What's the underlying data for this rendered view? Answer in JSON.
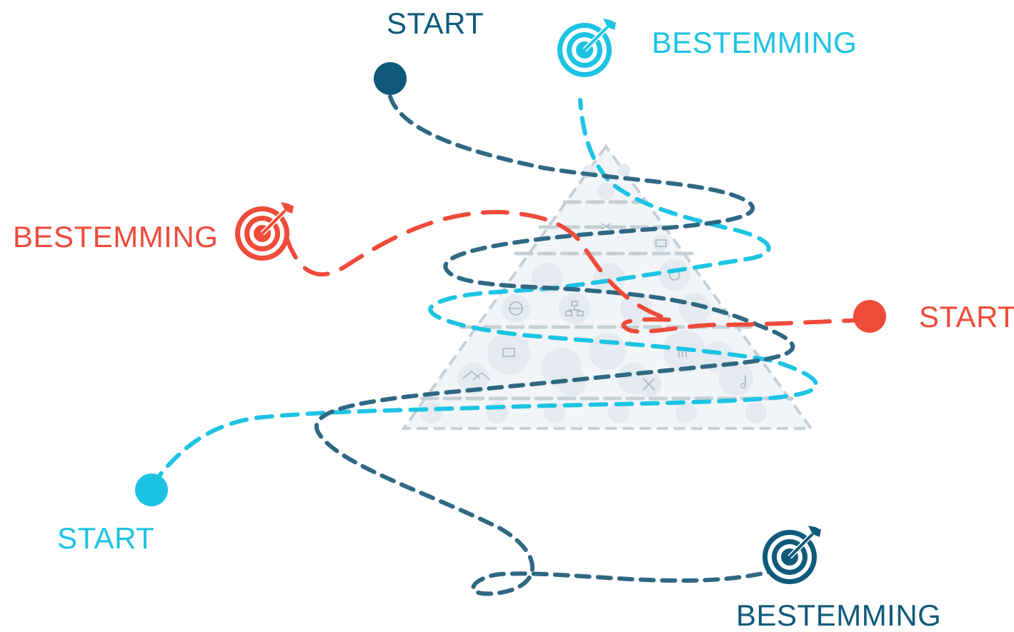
{
  "colors": {
    "navy": "#0f5a7a",
    "dark_path": "#2f6883",
    "cyan": "#1dc3e3",
    "red": "#ee4b3a",
    "pyramid_fill": "#f1f5f8",
    "pyramid_line": "#c5cfd6",
    "pyramid_icon": "#e4eaef",
    "pyramid_icon_glyph": "#a9b8c3"
  },
  "journeys": [
    {
      "id": "navy",
      "start_label": "START",
      "destination_label": "BESTEMMING",
      "color": "#0f5a7a"
    },
    {
      "id": "cyan",
      "start_label": "START",
      "destination_label": "BESTEMMING",
      "color": "#1dc3e3"
    },
    {
      "id": "red",
      "start_label": "START",
      "destination_label": "BESTEMMING",
      "color": "#ee4b3a"
    }
  ],
  "pyramid": {
    "levels": 5,
    "icons": [
      "people-icon",
      "rocket-icon",
      "shuffle-icon",
      "briefcase-icon",
      "handshake-icon",
      "network-icon",
      "refresh-icon",
      "globe-icon",
      "org-chart-icon",
      "flag-icon",
      "team-icon",
      "presentation-icon",
      "walking-icon",
      "factory-icon",
      "bar-chart-icon",
      "group-icon",
      "home-icon",
      "playground-icon",
      "stethoscope-icon",
      "tools-icon",
      "music-icon",
      "heart-icon",
      "car-icon",
      "hands-icon",
      "food-icon",
      "bed-icon",
      "pen-icon"
    ]
  }
}
